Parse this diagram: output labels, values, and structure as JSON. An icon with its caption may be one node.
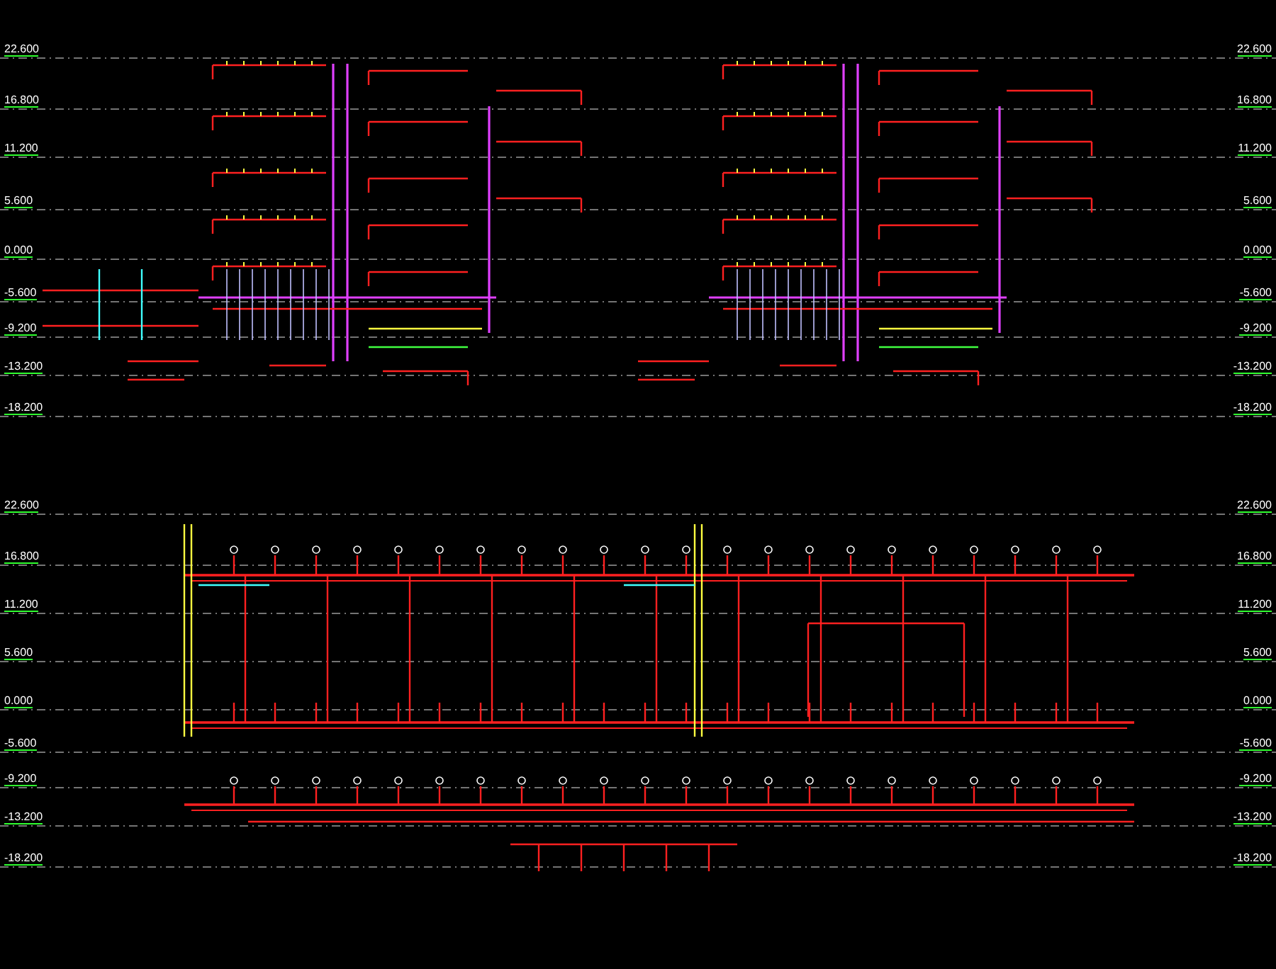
{
  "diagram": {
    "labels": [
      "22.600",
      "22.600",
      "16.800",
      "16.800",
      "11.200",
      "11.200",
      "5.600",
      "5.600",
      "0.000",
      "0.000",
      "-5.600",
      "-5.600",
      "-9.200",
      "-9.200",
      "-13.200",
      "-13.200",
      "-18.200",
      "-18.200",
      "22.600",
      "22.600",
      "16.800",
      "16.800",
      "11.200",
      "11.200",
      "5.600",
      "5.600",
      "0.000",
      "0.000",
      "-5.600",
      "-5.600",
      "-9.200",
      "-9.200",
      "-13.200",
      "-13.200",
      "-18.200",
      "-18.200"
    ]
  }
}
